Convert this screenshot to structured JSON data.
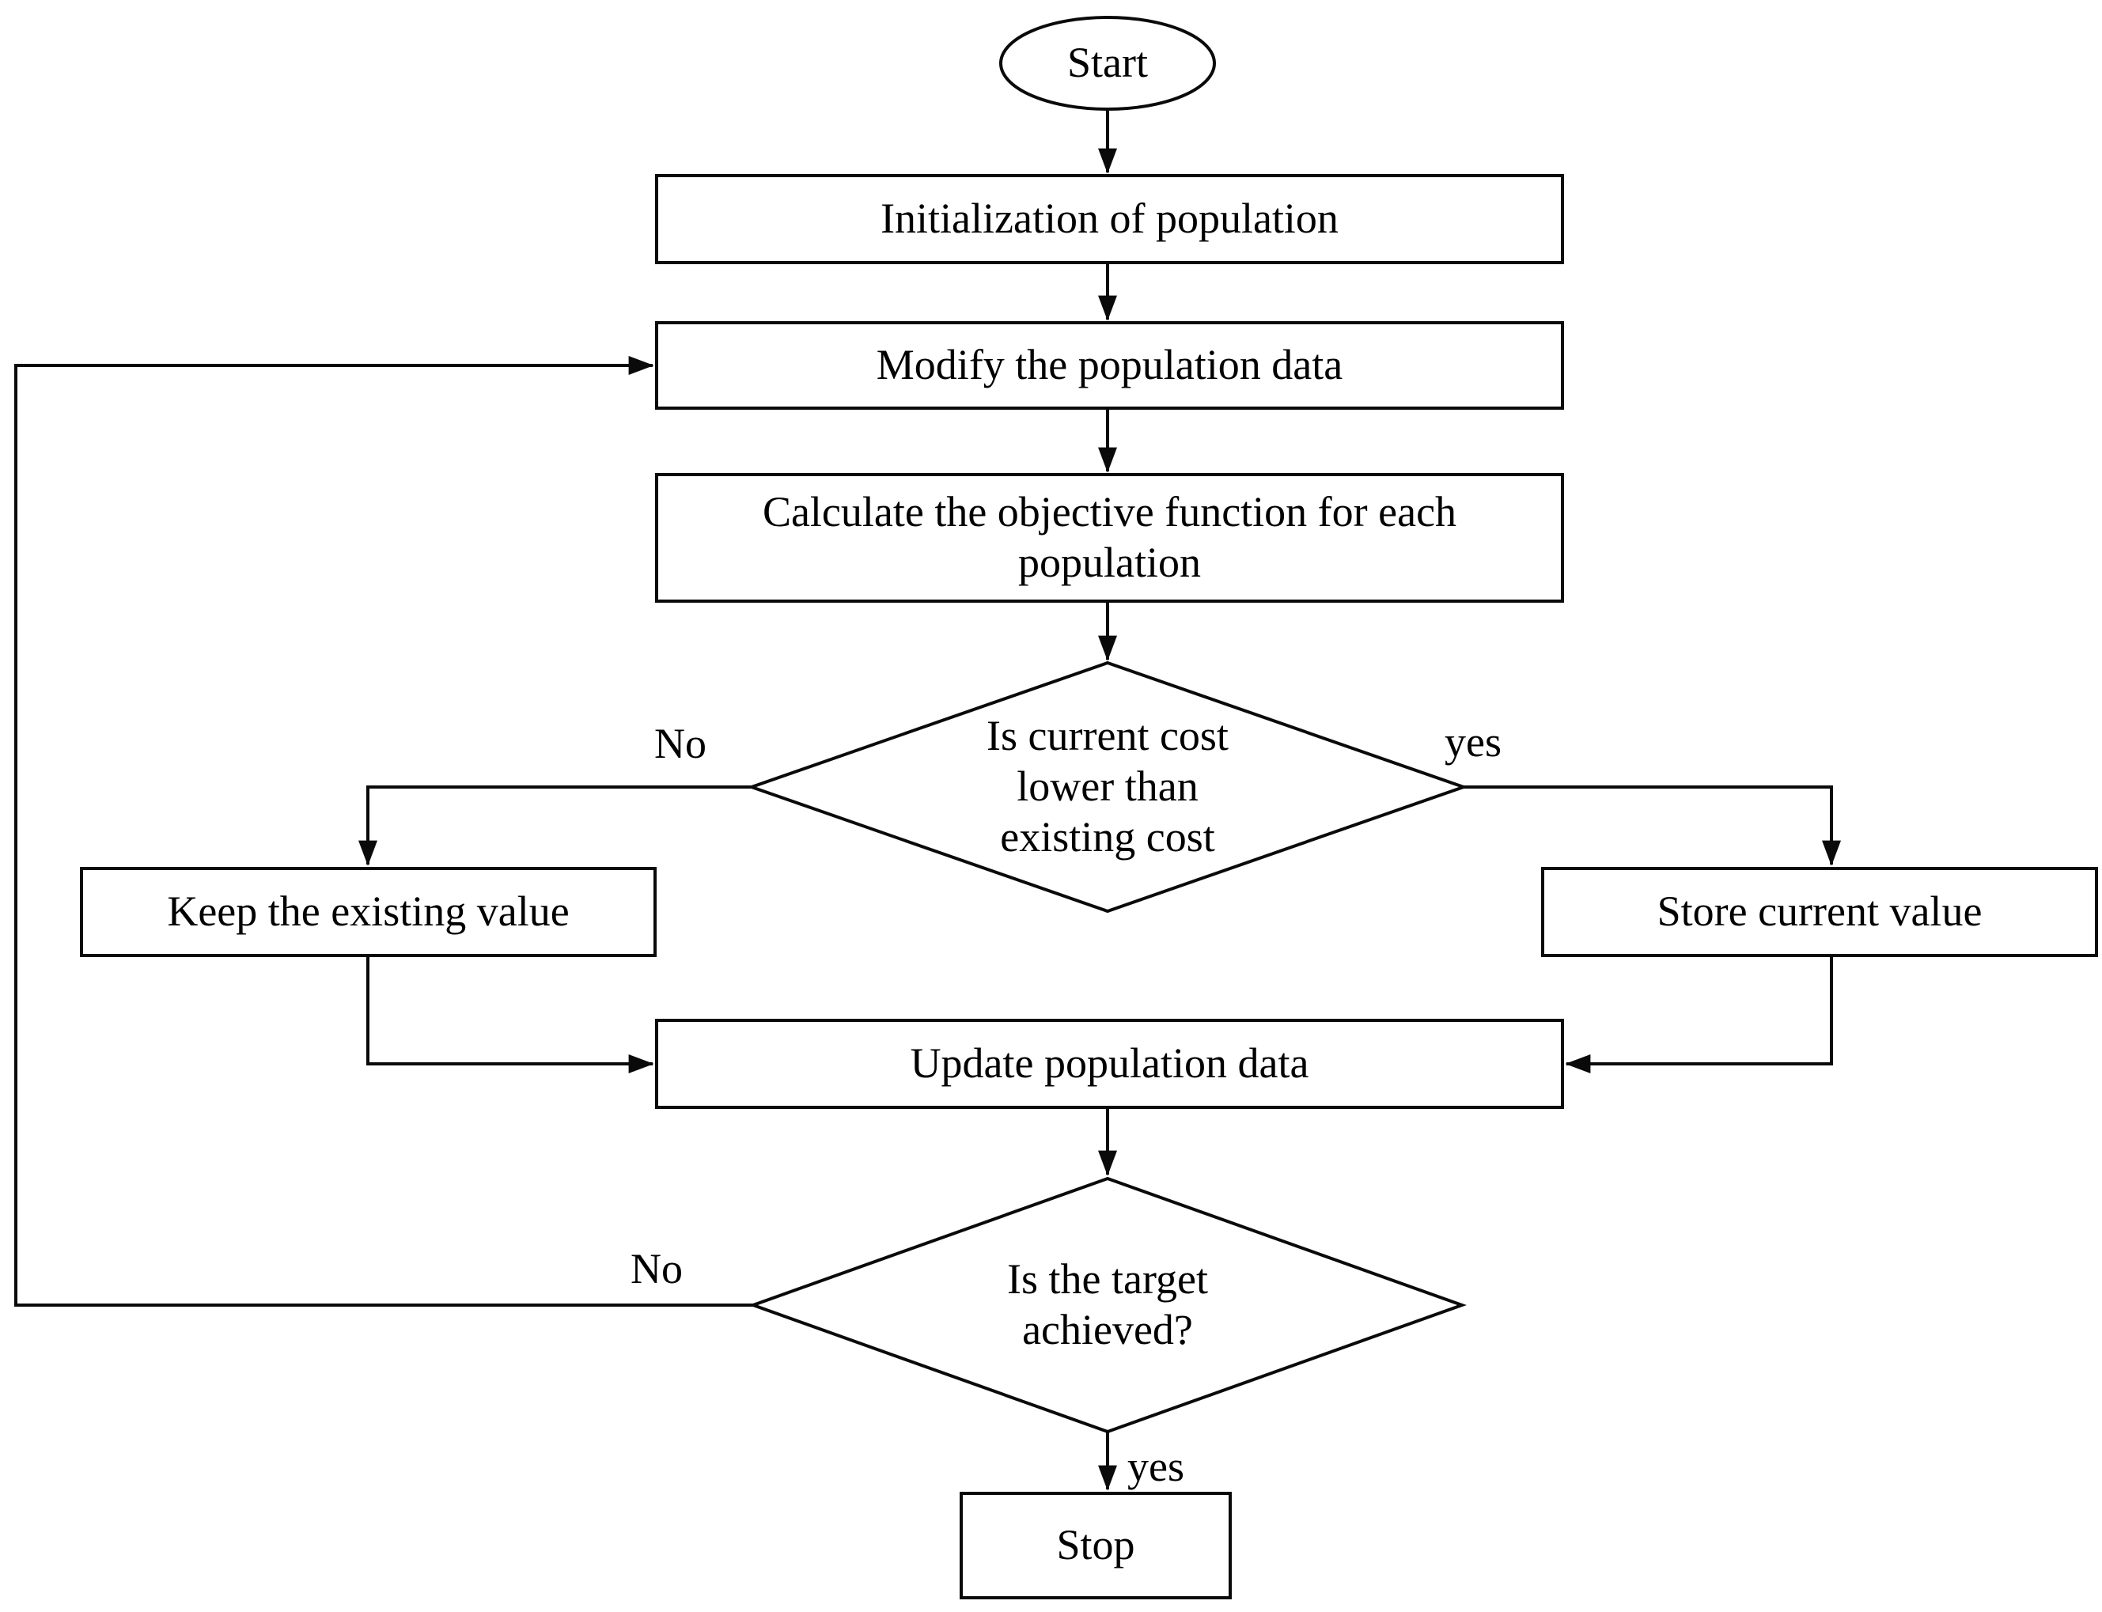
{
  "diagram": {
    "type": "flowchart",
    "nodes": {
      "start": {
        "label": "Start",
        "shape": "terminator"
      },
      "init": {
        "label": "Initialization of population",
        "shape": "process"
      },
      "modify": {
        "label": "Modify the population data",
        "shape": "process"
      },
      "calculate": {
        "label": "Calculate the objective function for each\npopulation",
        "shape": "process"
      },
      "cost_check": {
        "label": "Is current cost\nlower than\nexisting cost",
        "shape": "decision"
      },
      "keep": {
        "label": "Keep the existing value",
        "shape": "process"
      },
      "store": {
        "label": "Store current value",
        "shape": "process"
      },
      "update": {
        "label": "Update population data",
        "shape": "process"
      },
      "target_check": {
        "label": "Is the target\nachieved?",
        "shape": "decision"
      },
      "stop": {
        "label": "Stop",
        "shape": "terminator"
      }
    },
    "edge_labels": {
      "cost_no": "No",
      "cost_yes": "yes",
      "target_no": "No",
      "target_yes": "yes"
    },
    "colors": {
      "stroke": "#0a0a0a",
      "fill": "#ffffff",
      "text": "#000000"
    }
  }
}
